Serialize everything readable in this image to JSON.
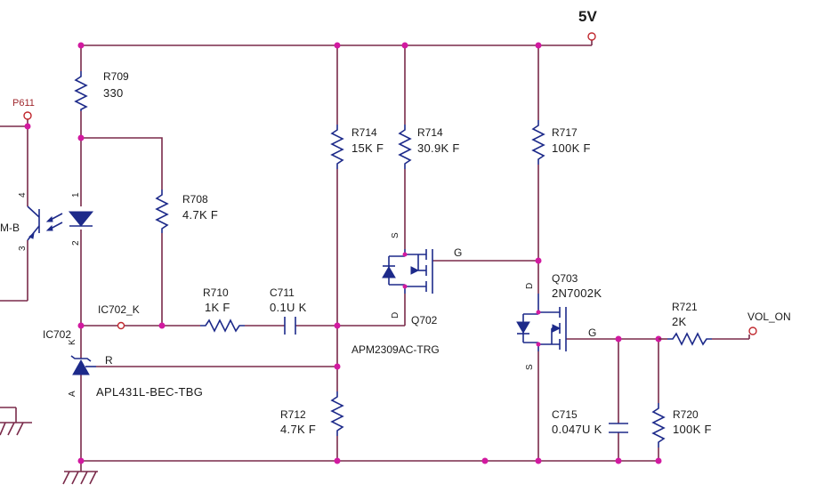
{
  "supply": {
    "label": "5V"
  },
  "nets": {
    "p611": "P611",
    "ic702_k": "IC702_K",
    "vol_on": "VOL_ON"
  },
  "resistors": [
    {
      "ref": "R709",
      "value": "330"
    },
    {
      "ref": "R708",
      "value": "4.7K F"
    },
    {
      "ref": "R714",
      "value": "15K F"
    },
    {
      "ref": "R714",
      "value": "30.9K F"
    },
    {
      "ref": "R717",
      "value": "100K F"
    },
    {
      "ref": "R710",
      "value": "1K F"
    },
    {
      "ref": "R712",
      "value": "4.7K F"
    },
    {
      "ref": "R721",
      "value": "2K"
    },
    {
      "ref": "R720",
      "value": "100K F"
    }
  ],
  "capacitors": [
    {
      "ref": "C711",
      "value": "0.1U K"
    },
    {
      "ref": "C715",
      "value": "0.047U K"
    }
  ],
  "transistors": [
    {
      "ref": "Q702",
      "part": "APM2309AC-TRG",
      "pins": {
        "s": "S",
        "d": "D",
        "g": "G"
      }
    },
    {
      "ref": "Q703",
      "part": "2N7002K",
      "pins": {
        "s": "S",
        "d": "D",
        "g": "G"
      }
    }
  ],
  "regulator": {
    "ref": "IC702",
    "part": "APL431L-BEC-TBG",
    "pins": {
      "k": "K",
      "a": "A",
      "r": "R"
    }
  },
  "optocoupler": {
    "ref_fragment": "M-B",
    "pin_numbers": [
      "4",
      "3",
      "1",
      "2"
    ]
  },
  "colors": {
    "wire": "#7a2a4a",
    "component": "#1d2a8a",
    "junction": "#d21aa0",
    "connector": "#c0282e"
  }
}
